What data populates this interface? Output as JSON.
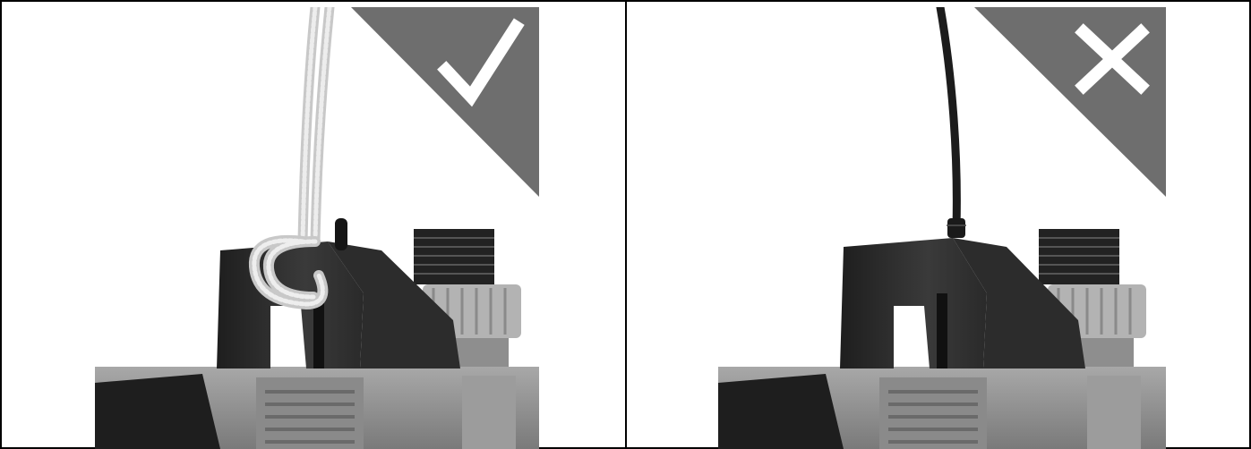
{
  "figure": {
    "panels": [
      {
        "verdict": "correct",
        "badge_icon": "checkmark-icon",
        "cord": "rope"
      },
      {
        "verdict": "incorrect",
        "badge_icon": "cross-icon",
        "cord": "power-cable"
      }
    ]
  },
  "colors": {
    "badge": "#6e6e6e",
    "pump_body": "#9a9a9a",
    "handle": "#2f2f2f",
    "rope": "#d8d8d8",
    "cable": "#1c1c1c"
  }
}
